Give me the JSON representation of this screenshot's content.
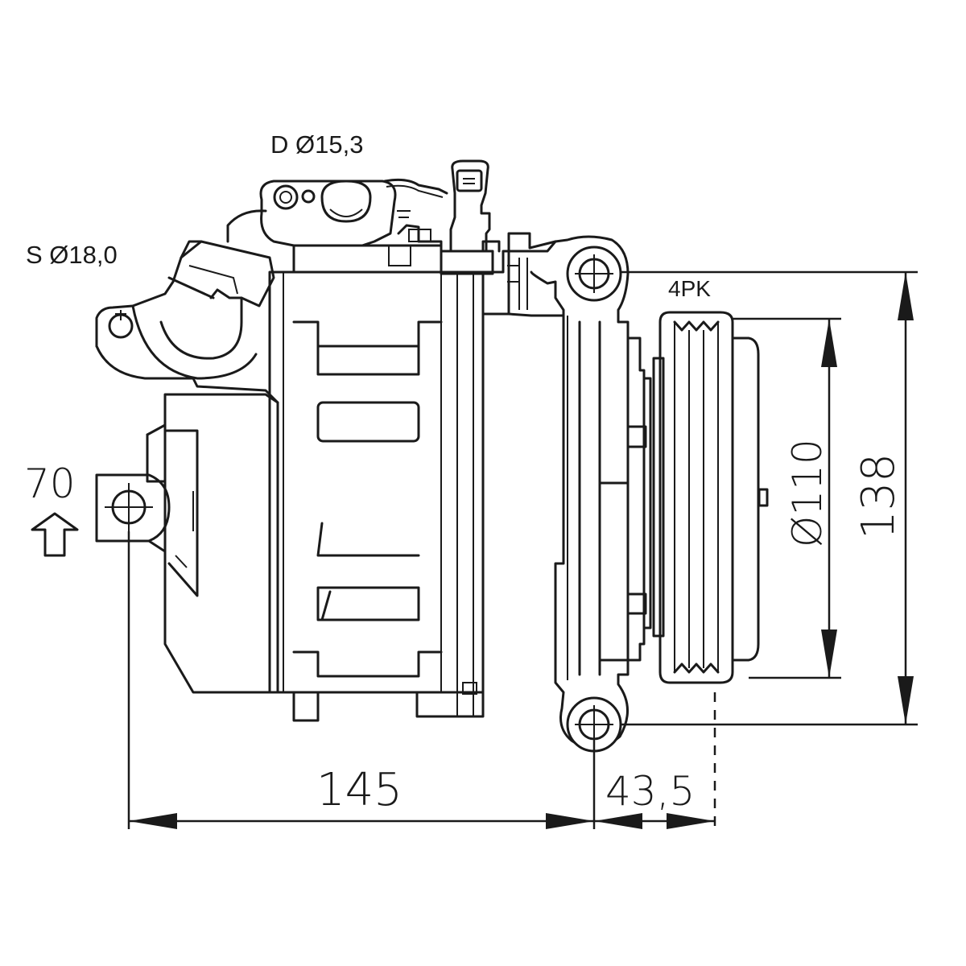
{
  "labels": {
    "discharge_port": "D Ø15,3",
    "suction_port": "S Ø18,0",
    "belt_type": "4PK",
    "mount_offset": "70",
    "pulley_diameter": "Ø110",
    "total_height": "138",
    "body_length": "145",
    "clutch_length": "43,5"
  }
}
